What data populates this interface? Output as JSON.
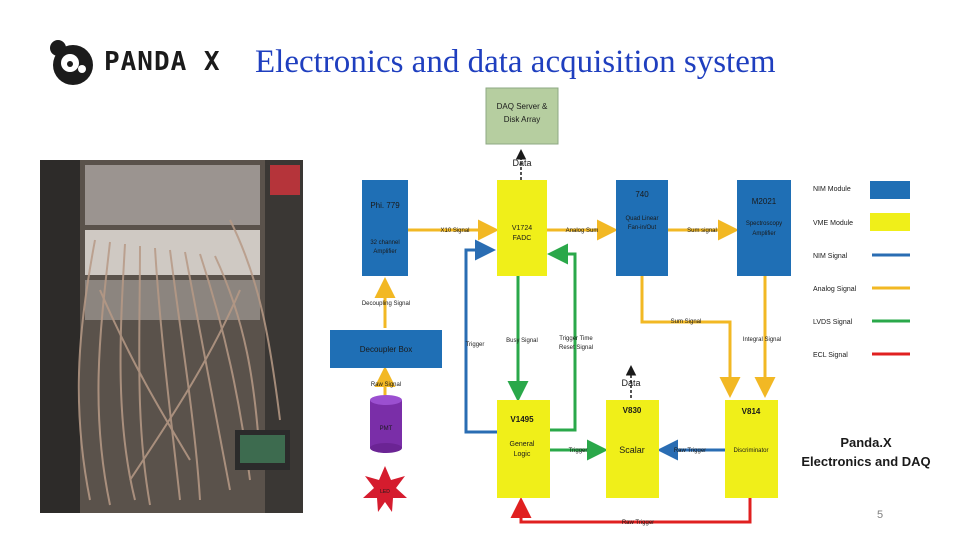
{
  "header": {
    "logo_text": "PANDA X",
    "title": "Electronics and data acquisition system"
  },
  "diagram": {
    "daq_server": "DAQ Server &\nDisk Array",
    "data_top": "Data",
    "phi": {
      "name": "Phi. 779",
      "desc": "32 channel\nAmplifier"
    },
    "v1724": {
      "name": "V1724\nFADC"
    },
    "m740": {
      "name": "740",
      "desc": "Quad Linear\nFan-in/Out"
    },
    "m2021": {
      "name": "M2021",
      "desc": "Spectroscopy\nAmplifier"
    },
    "decoupler": "Decoupler Box",
    "pmt": "PMT",
    "led": "LED",
    "v1495": {
      "name": "V1495",
      "desc": "General\nLogic"
    },
    "v830": {
      "name": "V830",
      "desc": "Scalar"
    },
    "v814": {
      "name": "V814",
      "desc": "Discriminator"
    },
    "signals": {
      "x10": "X10 Signal",
      "analog_sum": "Analog Sum",
      "sum_signal_1": "Sum signal",
      "sum_signal_2": "Sum Signal",
      "decoupling": "Decoupling Signal",
      "raw": "Raw Signal",
      "trigger_left": "Trigger",
      "busy": "Busy Signal",
      "trigger_time": "Trigger Time\nReset Signal",
      "data_mid": "Data",
      "integral": "Integral Signal",
      "trigger_scalar": "Trigger",
      "raw_trigger_mid": "Raw Trigger",
      "raw_trigger_bottom": "Raw Trigger"
    },
    "legend": {
      "nim_module": "NIM Module",
      "vme_module": "VME Module",
      "nim_signal": "NIM Signal",
      "analog_signal": "Analog Signal",
      "lvds_signal": "LVDS Signal",
      "ecl_signal": "ECL Signal"
    },
    "caption": "Panda.X\nElectronics and DAQ"
  },
  "colors": {
    "nim": "#1f6fb5",
    "vme": "#f0ef19",
    "nim_signal": "#2a6db3",
    "analog": "#f2b824",
    "lvds": "#2aa84a",
    "ecl": "#e02020"
  },
  "footer": {
    "slide_number": "5"
  }
}
